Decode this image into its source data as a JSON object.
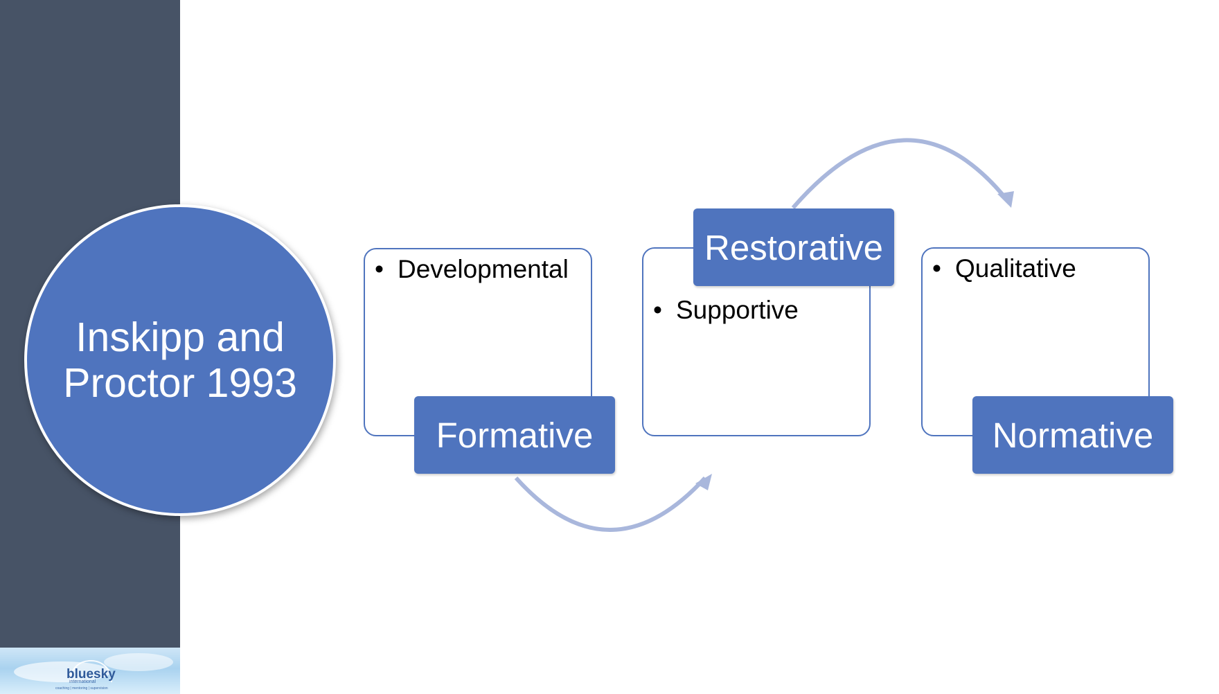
{
  "central_circle": {
    "text": "Inskipp and\nProctor 1993"
  },
  "functions": [
    {
      "label": "Formative",
      "bullet": "Developmental"
    },
    {
      "label": "Restorative",
      "bullet": "Supportive"
    },
    {
      "label": "Normative",
      "bullet": "Qualitative"
    }
  ],
  "logo": {
    "name": "bluesky",
    "sub": "international",
    "tagline": "coaching | mentoring | supervision"
  },
  "colors": {
    "sidebar": "#475366",
    "accent": "#4f74be",
    "arrow": "#a9b7dc"
  }
}
